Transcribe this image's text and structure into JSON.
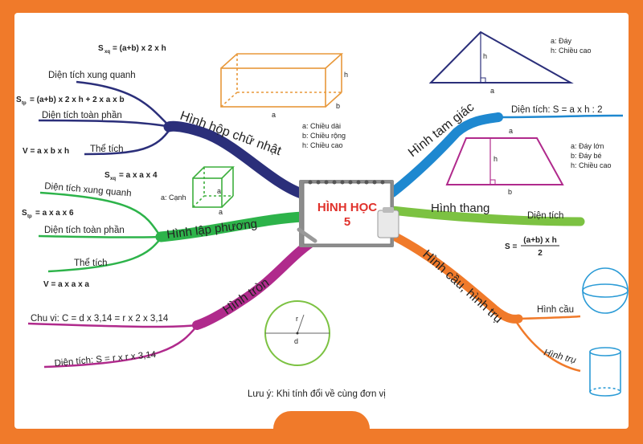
{
  "center": {
    "title": "HÌNH HỌC",
    "subtitle": "5"
  },
  "colors": {
    "frame": "#F07A2A",
    "box_branch": "#2B2F7A",
    "cube_branch": "#2DB34A",
    "circle_branch": "#B02A8C",
    "triangle_branch": "#1E88D0",
    "trapezoid_branch": "#7CC242",
    "sphere_branch": "#F07A2A",
    "box_drawing": "#E8983A",
    "cube_drawing": "#3DAF3D",
    "triangle_drawing": "#2B2F7A",
    "trapezoid_drawing": "#B02A8C",
    "circle_drawing": "#7CC242",
    "solid_drawing": "#2B9BD6"
  },
  "box": {
    "branch": "Hình hộp chữ nhật",
    "sxq_label": "Diện tích xung quanh",
    "sxq_formula_prefix": "S",
    "sxq_formula_sub": "xq",
    "sxq_formula": "= (a+b) x 2 x h",
    "stp_label": "Diện tích toàn phần",
    "stp_formula_prefix": "S",
    "stp_formula_sub": "tp",
    "stp_formula": "= (a+b) x 2 x h + 2 x a x b",
    "v_label": "Thể tích",
    "v_formula": "V = a x b x h",
    "dim_a": "a",
    "dim_b": "b",
    "dim_h": "h",
    "legend": [
      "a: Chiều dài",
      "b: Chiều rộng",
      "h: Chiều cao"
    ]
  },
  "cube": {
    "branch": "Hình lập phương",
    "sxq_label": "Diện tích xung quanh",
    "sxq_formula_prefix": "S",
    "sxq_formula_sub": "xq",
    "sxq_formula": "= a x a x 4",
    "stp_label": "Diện tích toàn phần",
    "stp_formula_prefix": "S",
    "stp_formula_sub": "tp",
    "stp_formula": "= a x a x 6",
    "v_label": "Thể tích",
    "v_formula": "V = a x a x a",
    "edge_label": "a: Cạnh",
    "dim_a1": "a",
    "dim_a2": "a"
  },
  "circle": {
    "branch": "Hình tròn",
    "perimeter": "Chu vi: C = d x 3,14 = r x 2 x 3,14",
    "area": "Diện tích: S =  r x r x 3,14",
    "r": "r",
    "d": "d"
  },
  "triangle": {
    "branch": "Hình tam giác",
    "area": "Diện tích: S = a x h : 2",
    "legend": [
      "a: Đáy",
      "h: Chiều cao"
    ],
    "dim_h": "h",
    "dim_a": "a"
  },
  "trapezoid": {
    "branch": "Hình thang",
    "area_label": "Diện tích",
    "formula_prefix": "S =",
    "formula_num": "(a+b) x h",
    "formula_den": "2",
    "legend": [
      "a: Đáy lớn",
      "b: Đáy bé",
      "h: Chiều cao"
    ],
    "dim_a": "a",
    "dim_b": "b",
    "dim_h": "h"
  },
  "solids": {
    "branch": "Hình cầu, hình trụ",
    "sphere": "Hình cầu",
    "cylinder": "Hình trụ"
  },
  "note": "Lưu ý: Khi tính đổi về cùng đơn vị"
}
